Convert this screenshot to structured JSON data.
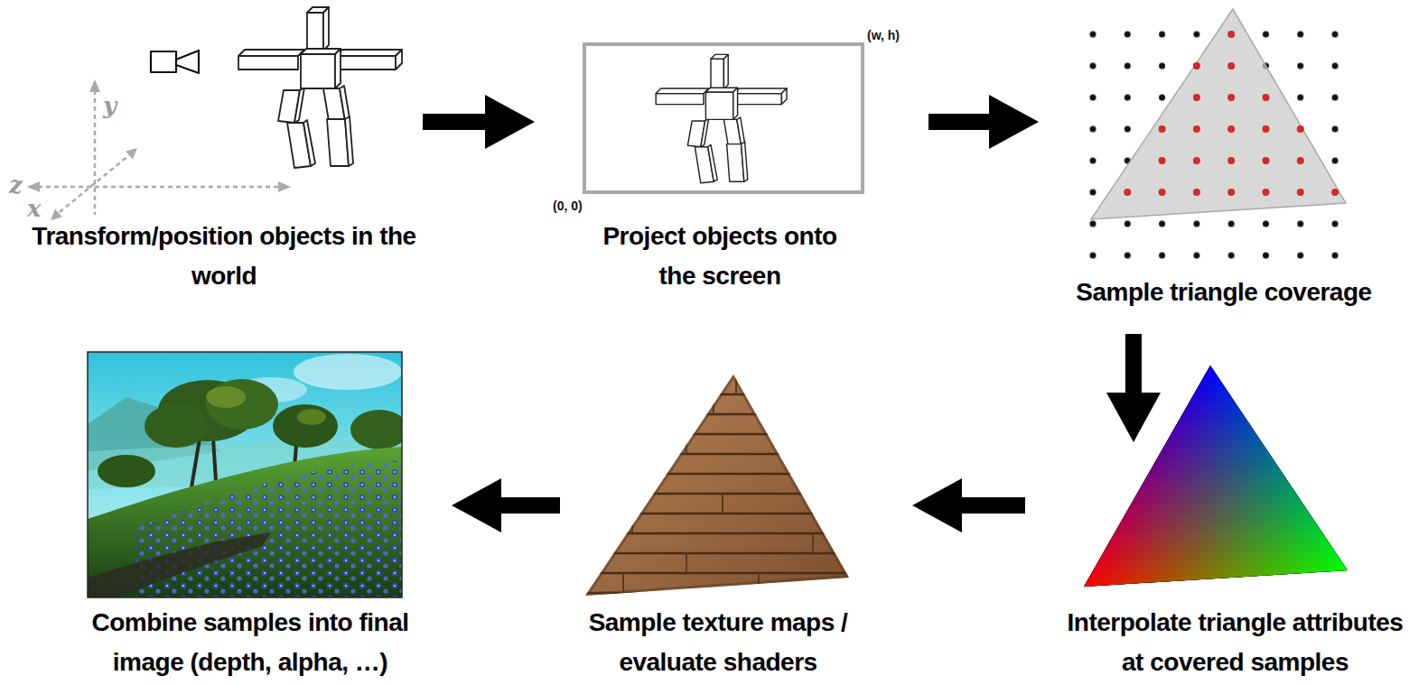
{
  "diagram": {
    "nodes": [
      {
        "text": [
          "Transform/position objects in the world"
        ]
      },
      {
        "text": [
          "Project objects onto the screen"
        ]
      },
      {
        "text": [
          "Sample triangle coverage"
        ]
      },
      {
        "text": [
          "Interpolate triangle attributes at covered samples"
        ]
      },
      {
        "text": [
          "Sample texture maps / evaluate shaders"
        ]
      },
      {
        "text": [
          "Combine samples into final image (depth, alpha, …)"
        ]
      }
    ],
    "edges": [
      {
        "from": 0,
        "to": 1,
        "arrow": "to"
      },
      {
        "from": 1,
        "to": 2,
        "arrow": "to"
      },
      {
        "from": 2,
        "to": 3,
        "arrow": "to"
      },
      {
        "from": 3,
        "to": 4,
        "arrow": "to"
      },
      {
        "from": 4,
        "to": 5,
        "arrow": "to"
      }
    ],
    "labels": [
      "y",
      "z",
      "x",
      "(w, h)",
      "(0, 0)"
    ]
  }
}
